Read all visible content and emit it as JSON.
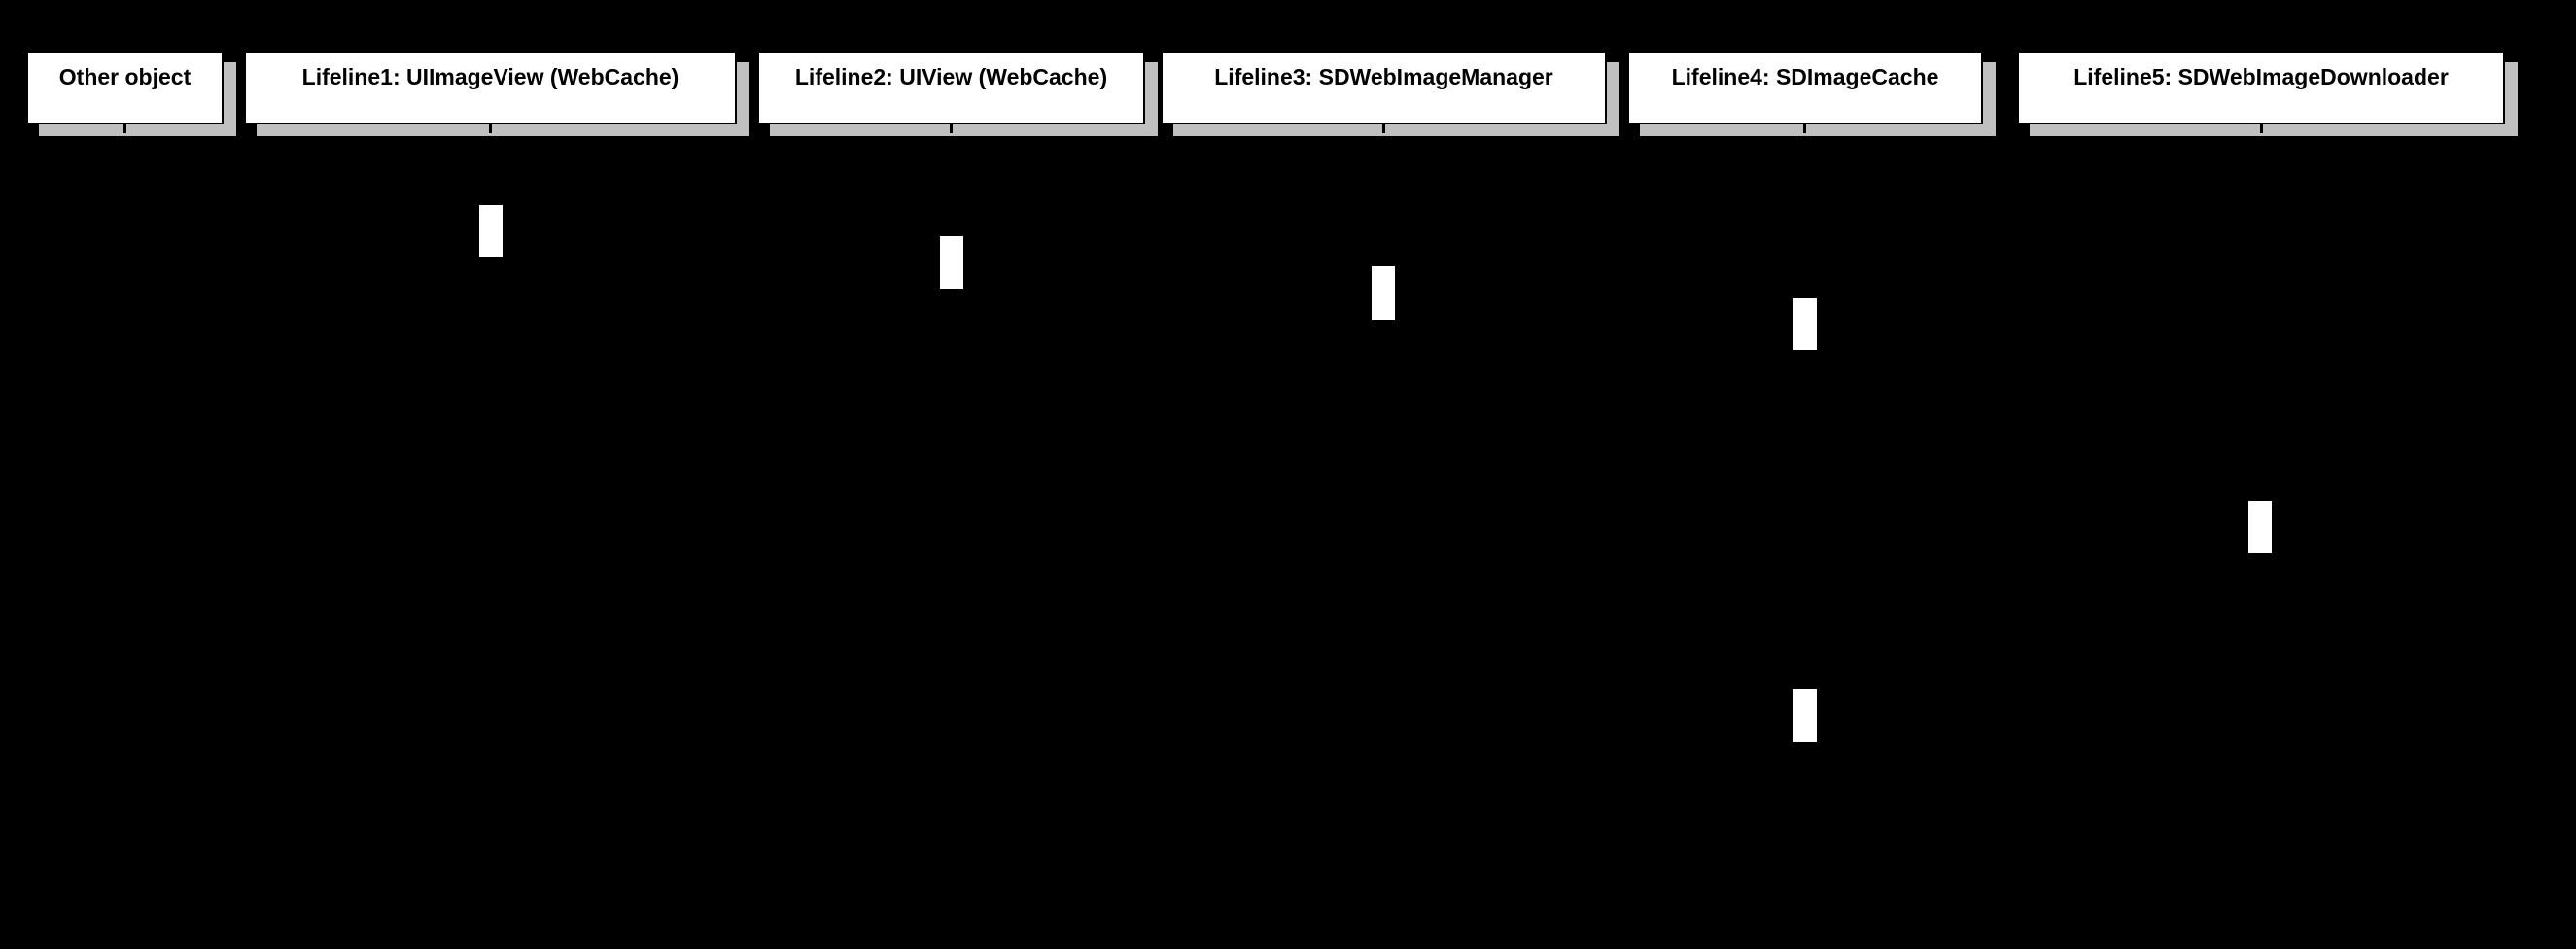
{
  "diagram": {
    "type": "uml-sequence-diagram",
    "background_color": "#000000",
    "colors": {
      "head_fill": "#ffffff",
      "head_border": "#000000",
      "head_shadow": "#c0c0c0",
      "label_text": "#000000",
      "activation_fill": "#ffffff",
      "lifeline_tick": "#000000"
    },
    "lifelines": [
      {
        "label": "Other object"
      },
      {
        "label": "Lifeline1: UIImageView (WebCache)"
      },
      {
        "label": "Lifeline2: UIView (WebCache)"
      },
      {
        "label": "Lifeline3: SDWebImageManager"
      },
      {
        "label": "Lifeline4: SDImageCache"
      },
      {
        "label": "Lifeline5: SDWebImageDownloader"
      }
    ],
    "activations": [
      {
        "lifeline": "Lifeline1: UIImageView (WebCache)"
      },
      {
        "lifeline": "Lifeline2: UIView (WebCache)"
      },
      {
        "lifeline": "Lifeline3: SDWebImageManager"
      },
      {
        "lifeline": "Lifeline4: SDImageCache"
      },
      {
        "lifeline": "Lifeline5: SDWebImageDownloader"
      },
      {
        "lifeline": "Lifeline4: SDImageCache"
      }
    ]
  }
}
